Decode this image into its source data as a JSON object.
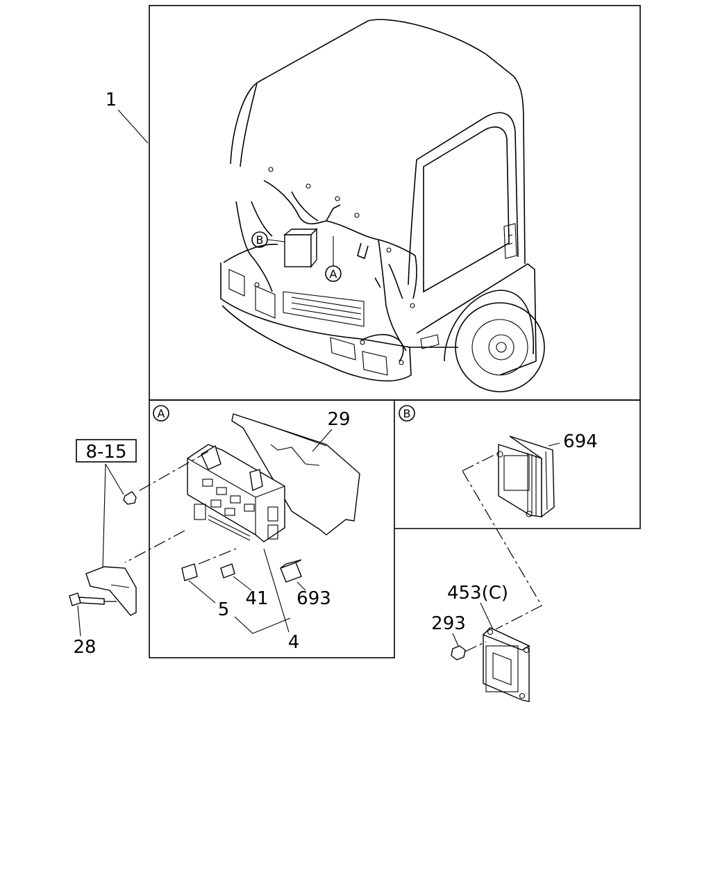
{
  "callouts": {
    "c1": "1",
    "c29": "29",
    "c694": "694",
    "c8_15": "8-15",
    "c5": "5",
    "c41": "41",
    "c693": "693",
    "c4": "4",
    "c28": "28",
    "c453": "453(C)",
    "c293": "293"
  },
  "detail_markers": {
    "a_main": "A",
    "b_main": "B",
    "a_panel": "A",
    "b_panel": "B"
  }
}
